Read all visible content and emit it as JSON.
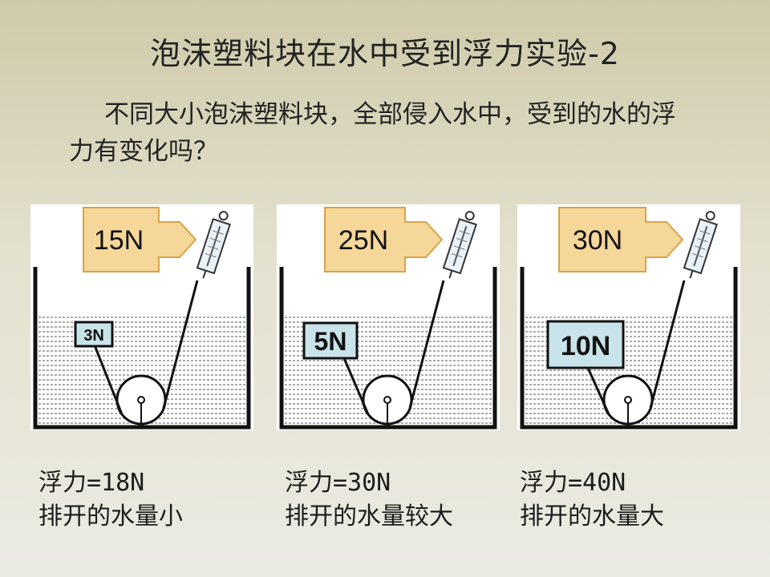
{
  "title": "泡沫塑料块在水中受到浮力实验-2",
  "question": "不同大小泡沫塑料块，全部侵入水中，受到的水的浮力有变化吗？",
  "panels": [
    {
      "scale_reading": "15N",
      "block_weight": "3N",
      "buoyancy": "浮力=18N",
      "note": "排开的水量小"
    },
    {
      "scale_reading": "25N",
      "block_weight": "5N",
      "buoyancy": "浮力=30N",
      "note": "排开的水量较大"
    },
    {
      "scale_reading": "30N",
      "block_weight": "10N",
      "buoyancy": "浮力=40N",
      "note": "排开的水量大"
    }
  ],
  "colors": {
    "reading_box": "#f6d79a",
    "reading_border": "#d9a24a",
    "block_fill": "#c9e3ea",
    "water_line": "#555555"
  }
}
